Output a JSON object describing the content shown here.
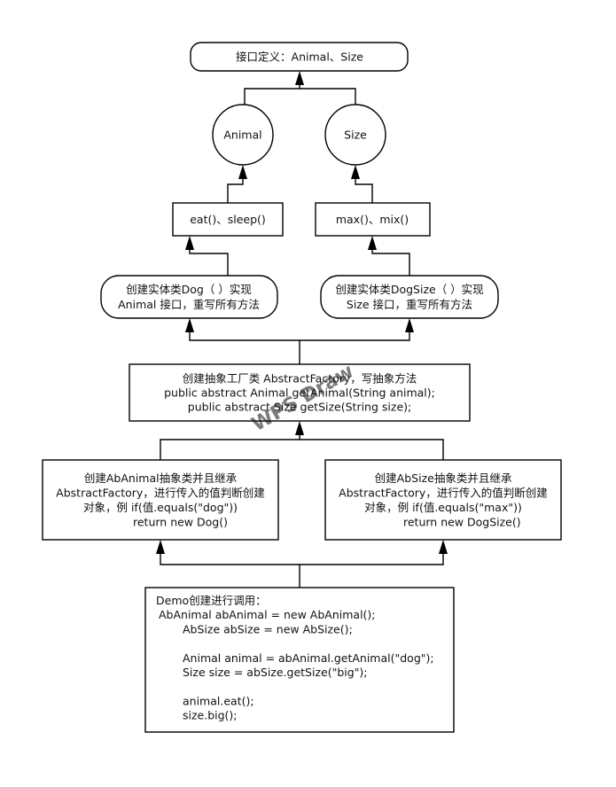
{
  "diagram": {
    "nodes": {
      "interface": {
        "lines": [
          "接口定义：Animal、Size"
        ]
      },
      "animal": {
        "lines": [
          "Animal"
        ]
      },
      "size": {
        "lines": [
          "Size"
        ]
      },
      "animal_methods": {
        "lines": [
          "eat()、sleep()"
        ]
      },
      "size_methods": {
        "lines": [
          "max()、mix()"
        ]
      },
      "dog_impl": {
        "lines": [
          "创建实体类Dog（  ）实现",
          "Animal 接口，重写所有方法"
        ]
      },
      "dogsize_impl": {
        "lines": [
          "创建实体类DogSize（  ）实现",
          "Size 接口，重写所有方法"
        ]
      },
      "factory": {
        "lines": [
          "创建抽象工厂类 AbstractFactory，写抽象方法",
          "public abstract Animal getAnimal(String animal);",
          "public abstract Size getSize(String size);"
        ]
      },
      "ab_animal": {
        "lines": [
          "创建AbAnimal抽象类并且继承",
          "AbstractFactory，进行传入的值判断创建",
          "对象，例 if(值.equals(\"dog\"))",
          "return new Dog()"
        ]
      },
      "ab_size": {
        "lines": [
          "创建AbSize抽象类并且继承",
          "AbstractFactory，进行传入的值判断创建",
          "对象，例 if(值.equals(\"max\"))",
          "return new DogSize()"
        ]
      },
      "demo": {
        "lines": [
          "Demo创建进行调用：",
          "AbAnimal abAnimal = new AbAnimal();",
          "AbSize abSize = new AbSize();",
          "",
          "Animal animal = abAnimal.getAnimal(\"dog\");",
          "Size size = abSize.getSize(\"big\");",
          "",
          "animal.eat();",
          "size.big();"
        ]
      }
    },
    "edges": [
      {
        "from": "animal",
        "to": "interface"
      },
      {
        "from": "size",
        "to": "interface"
      },
      {
        "from": "animal_methods",
        "to": "animal"
      },
      {
        "from": "size_methods",
        "to": "size"
      },
      {
        "from": "dog_impl",
        "to": "animal_methods"
      },
      {
        "from": "dogsize_impl",
        "to": "size_methods"
      },
      {
        "from": "factory",
        "to": "dog_impl"
      },
      {
        "from": "factory",
        "to": "dogsize_impl"
      },
      {
        "from": "ab_animal",
        "to": "factory"
      },
      {
        "from": "ab_size",
        "to": "factory"
      },
      {
        "from": "demo",
        "to": "ab_animal"
      },
      {
        "from": "demo",
        "to": "ab_size"
      }
    ],
    "watermark": "WPS Draw"
  }
}
